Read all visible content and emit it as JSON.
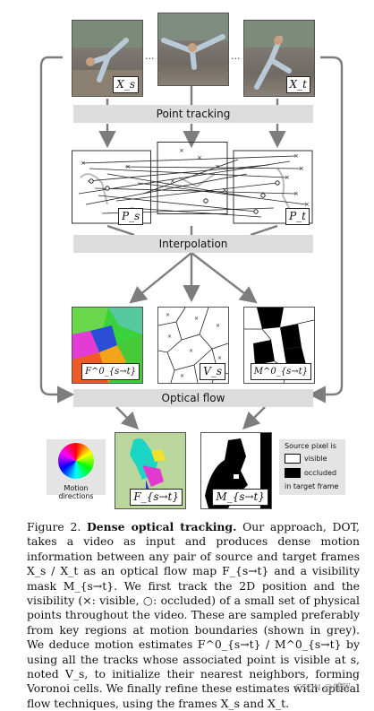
{
  "frames": {
    "source_label": "X_s",
    "target_label": "X_t",
    "ellipsis": "..."
  },
  "stages": {
    "point_tracking": "Point tracking",
    "interpolation": "Interpolation",
    "optical_flow": "Optical flow"
  },
  "track_labels": {
    "source": "P_s",
    "target": "P_t"
  },
  "interp_labels": {
    "flow": "F^0_{s→t}",
    "voronoi": "V_s",
    "mask": "M^0_{s→t}"
  },
  "final_labels": {
    "flow": "F_{s→t}",
    "mask": "M_{s→t}",
    "motion_directions": "Motion directions"
  },
  "legend": {
    "title": "Source pixel is",
    "visible": "visible",
    "occluded": "occluded",
    "footer": "in target frame"
  },
  "caption": {
    "figure": "Figure 2.",
    "title": "Dense optical tracking.",
    "text": "Our approach, DOT, takes a video as input and produces dense motion information between any pair of source and target frames X_s / X_t as an optical flow map F_{s→t} and a visibility mask M_{s→t}. We first track the 2D position and the visibility (×: visible, ○: occluded) of a small set of physical points throughout the video. These are sampled preferably from key regions at motion boundaries (shown in grey). We deduce motion estimates F^0_{s→t} / M^0_{s→t} by using all the tracks whose associated point is visible at s, noted V_s, to initialize their nearest neighbors, forming Voronoi cells. We finally refine these estimates with optical flow techniques, using the frames X_s and X_t."
  },
  "watermark": "CSDN @戚晖",
  "colors": {
    "band": "#dcdcdc",
    "arrow": "#7d7d7d"
  }
}
